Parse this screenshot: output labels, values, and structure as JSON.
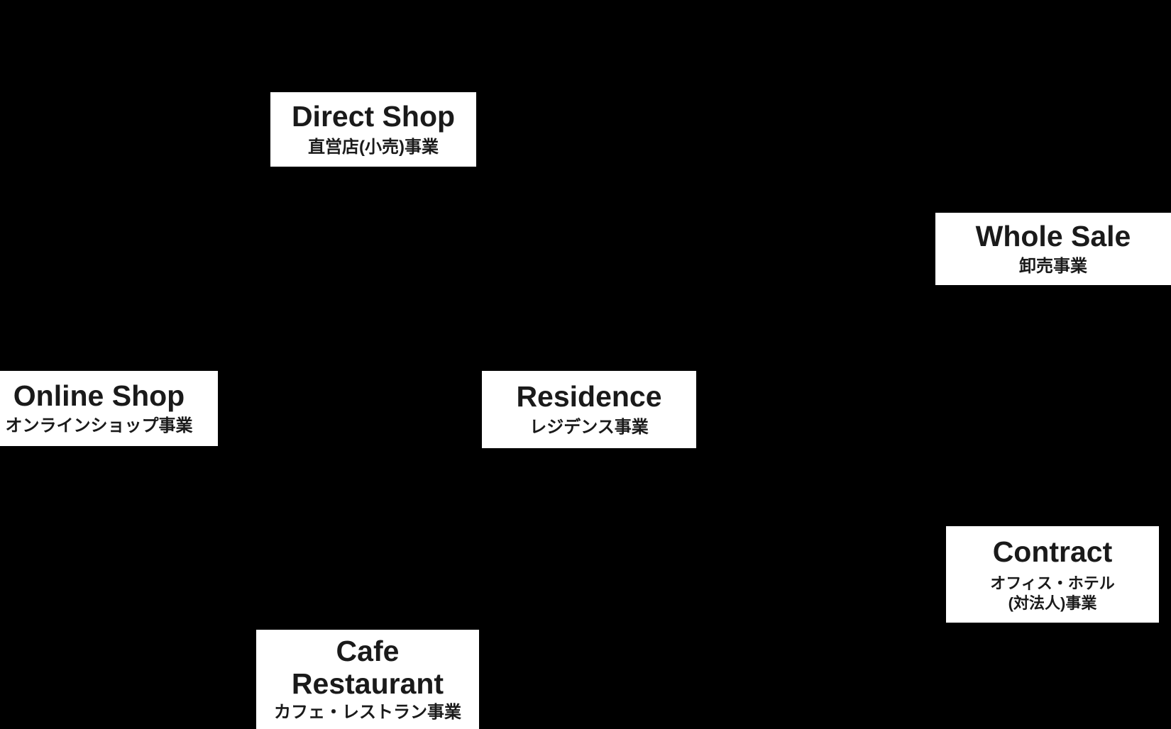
{
  "diagram": {
    "background_color": "#000000",
    "node_background_color": "#ffffff",
    "node_text_color": "#1a1a1a",
    "nodes": [
      {
        "id": "direct-shop",
        "title": "Direct Shop",
        "subtitle": "直営店(小売)事業"
      },
      {
        "id": "whole-sale",
        "title": "Whole Sale",
        "subtitle": "卸売事業"
      },
      {
        "id": "online-shop",
        "title": "Online Shop",
        "subtitle": "オンラインショップ事業"
      },
      {
        "id": "residence",
        "title": "Residence",
        "subtitle": "レジデンス事業"
      },
      {
        "id": "contract",
        "title": "Contract",
        "subtitle": "オフィス・ホテル\n(対法人)事業"
      },
      {
        "id": "cafe-restaurant",
        "title": "Cafe\nRestaurant",
        "subtitle": "カフェ・レストラン事業"
      }
    ]
  }
}
